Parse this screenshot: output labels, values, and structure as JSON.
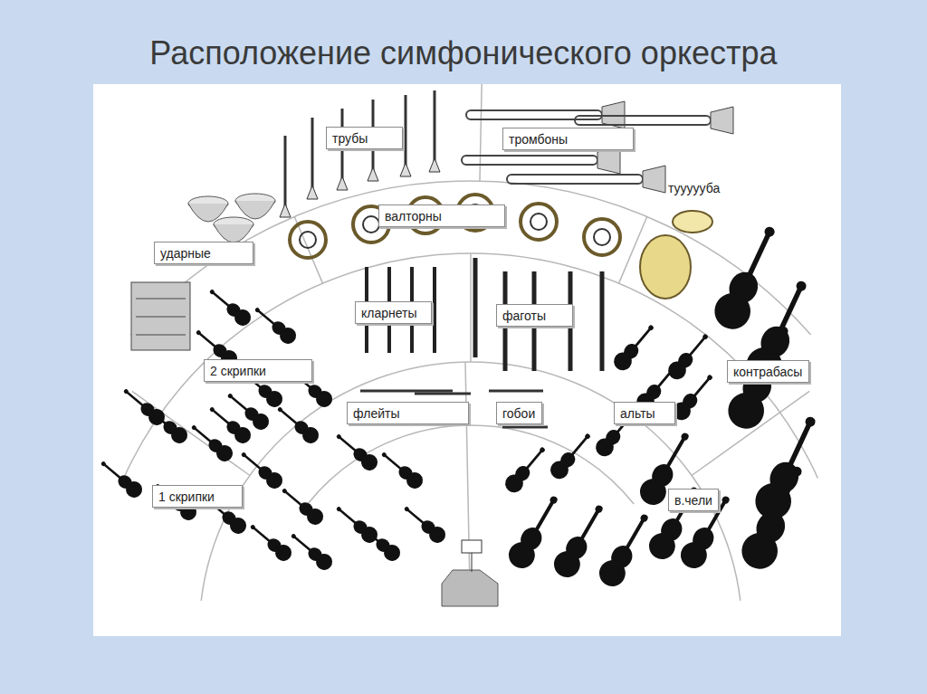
{
  "diagram": {
    "title": "Расположение симфонического оркестра",
    "nodes": [
      {
        "text": [
          "трубы"
        ]
      },
      {
        "text": [
          "тромбоны"
        ]
      },
      {
        "text": [
          "валторны"
        ]
      },
      {
        "text": [
          "ударные"
        ]
      },
      {
        "text": [
          "кларнеты"
        ]
      },
      {
        "text": [
          "фаготы"
        ]
      },
      {
        "text": [
          "2 скрипки"
        ]
      },
      {
        "text": [
          "контрабасы"
        ]
      },
      {
        "text": [
          "флейты"
        ]
      },
      {
        "text": [
          "гобои"
        ]
      },
      {
        "text": [
          "альты"
        ]
      },
      {
        "text": [
          "1 скрипки"
        ]
      },
      {
        "text": [
          "в.чели"
        ]
      }
    ],
    "labels": [
      "туууууба"
    ]
  }
}
